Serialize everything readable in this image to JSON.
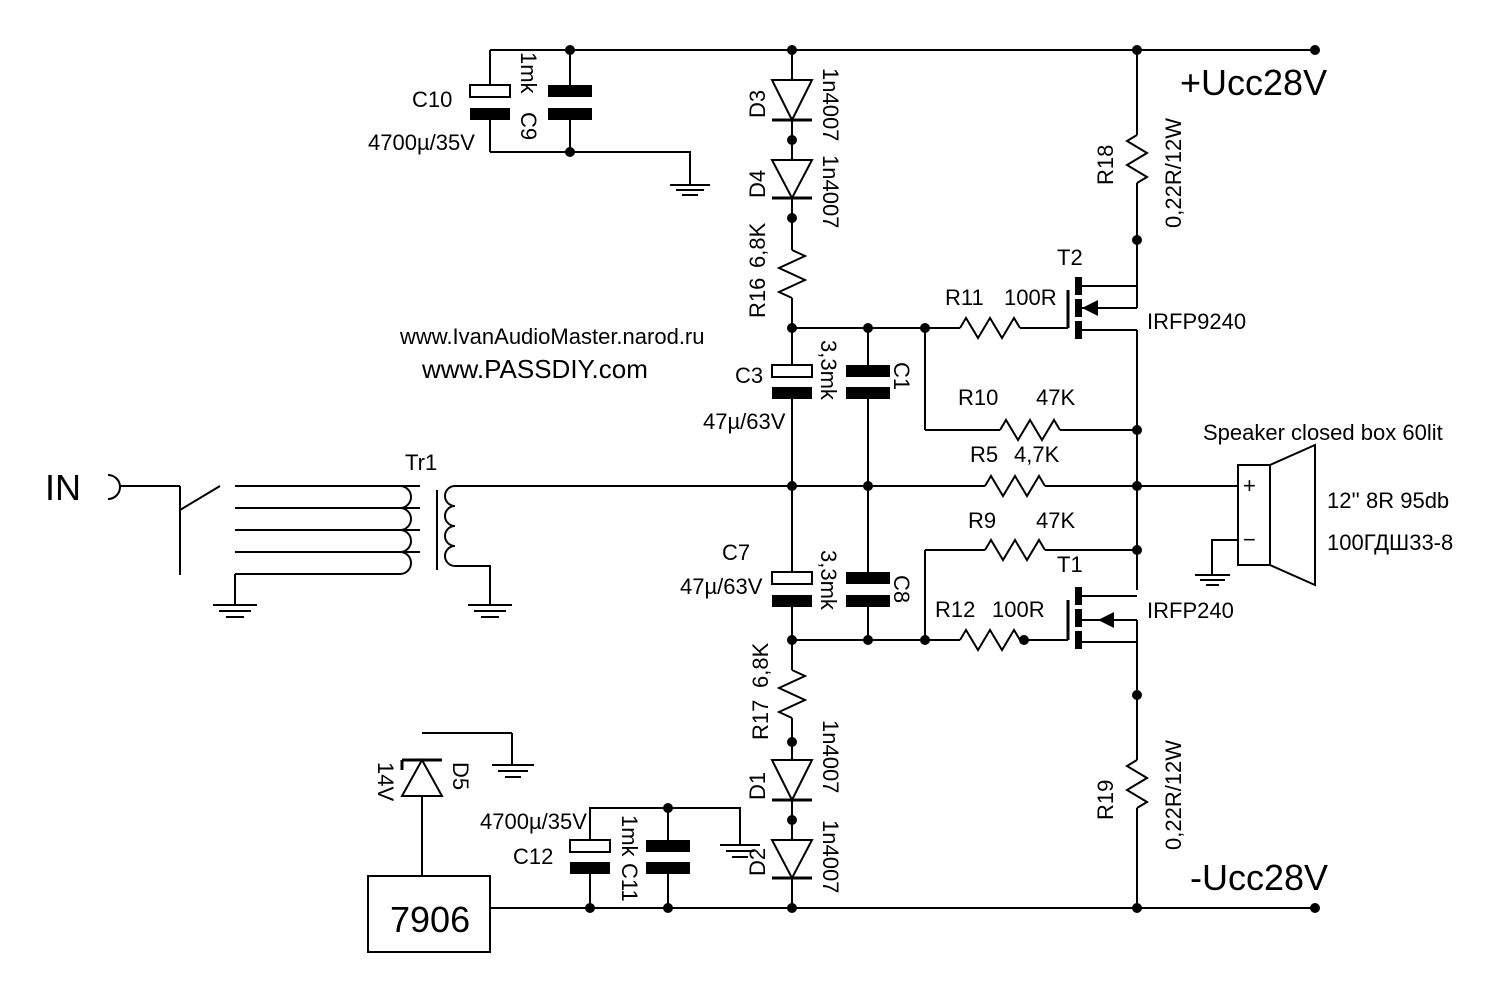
{
  "supply": {
    "positive": "+Ucc28V",
    "negative": "-Ucc28V"
  },
  "input": {
    "label": "IN"
  },
  "transformer": {
    "ref": "Tr1"
  },
  "capacitors": {
    "c10": {
      "ref": "C10",
      "value": "4700µ/35V"
    },
    "c9": {
      "ref": "C9",
      "value": "1mk"
    },
    "c3": {
      "ref": "C3",
      "value": "47µ/63V"
    },
    "c1": {
      "ref": "C1",
      "value": "3,3mk"
    },
    "c7": {
      "ref": "C7",
      "value": "47µ/63V"
    },
    "c8": {
      "ref": "C8",
      "value": "3,3mk"
    },
    "c12": {
      "ref": "C12",
      "value": "4700µ/35V"
    },
    "c11": {
      "ref": "C11",
      "value": "1mk"
    }
  },
  "diodes": {
    "d3": {
      "ref": "D3",
      "value": "1n4007"
    },
    "d4": {
      "ref": "D4",
      "value": "1n4007"
    },
    "d1": {
      "ref": "D1",
      "value": "1n4007"
    },
    "d2": {
      "ref": "D2",
      "value": "1n4007"
    },
    "d5": {
      "ref": "D5",
      "value": "14V"
    }
  },
  "resistors": {
    "r16": {
      "ref": "R16",
      "value": "6,8K"
    },
    "r17": {
      "ref": "R17",
      "value": "6,8K"
    },
    "r11": {
      "ref": "R11",
      "value": "100R"
    },
    "r10": {
      "ref": "R10",
      "value": "47K"
    },
    "r5": {
      "ref": "R5",
      "value": "4,7K"
    },
    "r9": {
      "ref": "R9",
      "value": "47K"
    },
    "r12": {
      "ref": "R12",
      "value": "100R"
    },
    "r18": {
      "ref": "R18",
      "value": "0,22R/12W"
    },
    "r19": {
      "ref": "R19",
      "value": "0,22R/12W"
    }
  },
  "transistors": {
    "t2": {
      "ref": "T2",
      "part": "IRFP9240"
    },
    "t1": {
      "ref": "T1",
      "part": "IRFP240"
    }
  },
  "regulator": {
    "label": "7906"
  },
  "speaker": {
    "title": "Speaker closed box 60lit",
    "spec": "12'' 8R 95db",
    "model": "100ГДШ33-8",
    "plus": "+",
    "minus": "−"
  },
  "credits": {
    "url1": "www.IvanAudioMaster.narod.ru",
    "url2": "www.PASSDIY.com"
  }
}
